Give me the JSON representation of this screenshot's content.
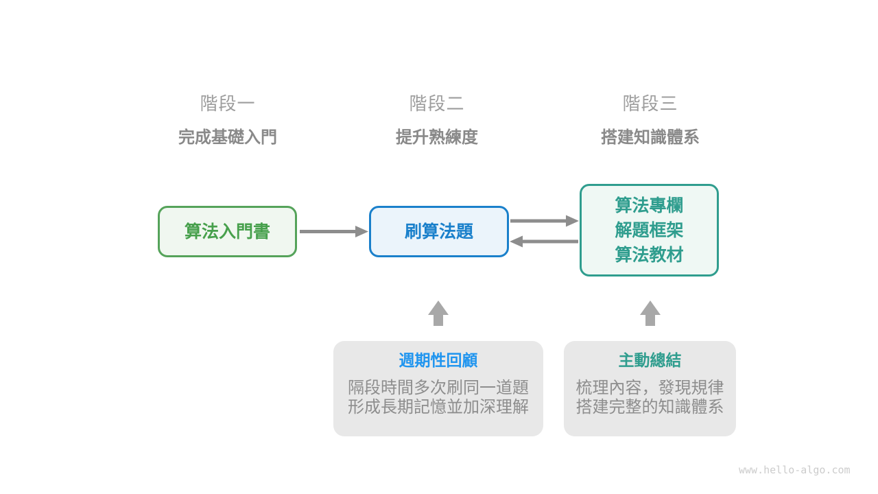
{
  "page": {
    "watermark": "www.hello-algo.com",
    "background": "#ffffff"
  },
  "palette": {
    "green_border": "#55a35a",
    "green_bg": "#f0f7f0",
    "green_text": "#47a04c",
    "blue_border": "#1a80cb",
    "blue_bg": "#ebf4fb",
    "blue_text": "#1a80cb",
    "teal_border": "#2f9d8e",
    "teal_bg": "#eff8f4",
    "teal_text": "#2f9d8e",
    "note_bg": "#e8e8e8",
    "note_title_blue": "#2095ef",
    "note_title_teal": "#2f9d8e",
    "desc_gray": "#8d8d8d",
    "header_gray": "#9d9d9d",
    "subtitle_gray": "#898989",
    "arrow_gray": "#8d8d8d",
    "block_arrow_gray": "#a8a8a8",
    "watermark_gray": "#cccccc"
  },
  "stages": [
    {
      "title": "階段一",
      "subtitle": "完成基礎入門"
    },
    {
      "title": "階段二",
      "subtitle": "提升熟練度"
    },
    {
      "title": "階段三",
      "subtitle": "搭建知識體系"
    }
  ],
  "nodes": {
    "intro_book": {
      "label": "算法入門書"
    },
    "practice": {
      "label": "刷算法題"
    },
    "advanced": {
      "lines": [
        "算法專欄",
        "解題框架",
        "算法教材"
      ]
    }
  },
  "notes": {
    "review": {
      "title": "週期性回顧",
      "lines": [
        "隔段時間多次刷同一道題",
        "形成長期記憶並加深理解"
      ]
    },
    "summary": {
      "title": "主動總結",
      "lines": [
        "梳理內容，發現規律",
        "搭建完整的知識體系"
      ]
    }
  }
}
